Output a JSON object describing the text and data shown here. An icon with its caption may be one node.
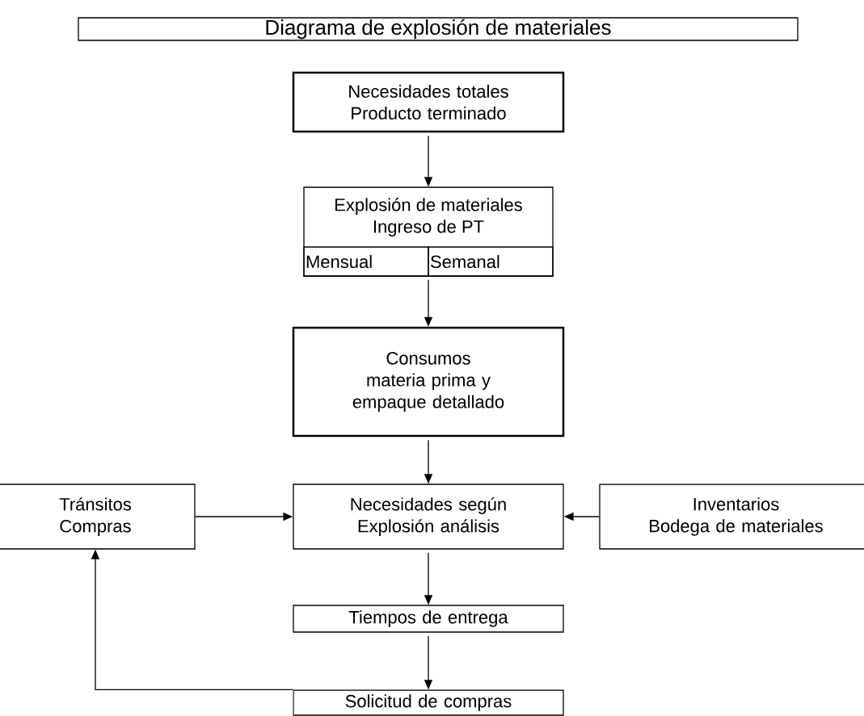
{
  "diagram": {
    "title": "Diagrama de explosión de materiales",
    "nodes": [
      {
        "text": [
          "Necesidades totales",
          "Producto terminado"
        ]
      },
      {
        "text": [
          "Explosión de materiales",
          "Ingreso de PT"
        ]
      },
      {
        "text": [
          "Mensual"
        ],
        "in": 1
      },
      {
        "text": [
          "Semanal"
        ],
        "in": 1
      },
      {
        "text": [
          "Consumos",
          "materia prima y empaque detallado"
        ]
      },
      {
        "text": [
          "Tránsitos",
          "Compras"
        ]
      },
      {
        "text": [
          "Necesidades según",
          "Explosión análisis"
        ]
      },
      {
        "text": [
          "Inventarios",
          "Bodega de materiales"
        ]
      },
      {
        "text": [
          "Tiempos de entrega"
        ]
      },
      {
        "text": [
          "Solicitud de compras"
        ]
      }
    ],
    "edges": [
      {
        "from": 0,
        "to": 1,
        "arrow": "to"
      },
      {
        "from": 1,
        "to": 4,
        "arrow": "to"
      },
      {
        "from": 4,
        "to": 6,
        "arrow": "to"
      },
      {
        "from": 5,
        "to": 6,
        "arrow": "to"
      },
      {
        "from": 7,
        "to": 6,
        "arrow": "to"
      },
      {
        "from": 6,
        "to": 8,
        "arrow": "to"
      },
      {
        "from": 8,
        "to": 9,
        "arrow": "to"
      },
      {
        "from": 9,
        "to": 5,
        "arrow": "to"
      }
    ]
  }
}
